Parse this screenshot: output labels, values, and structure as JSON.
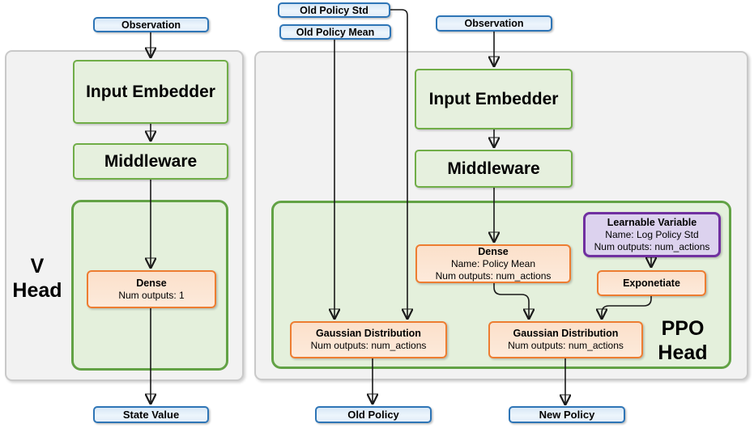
{
  "colors": {
    "blue_border": "#2E75B6",
    "blue_fill": "#DEEBF7",
    "green_border": "#70AD47",
    "green_fill": "#E6F0DE",
    "green_panel_fill": "#E4F0DC",
    "orange_border": "#ED7D31",
    "orange_fill": "#FCE5D5",
    "purple_border": "#7030A0",
    "purple_fill": "#DCD2EE",
    "panel_fill": "#F2F2F2",
    "panel_border": "#C9C9C9",
    "arrow": "#1A1A1A"
  },
  "v_head": {
    "panel_label": {
      "line1": "V",
      "line2": "Head"
    },
    "inputs": {
      "observation": "Observation"
    },
    "nodes": {
      "input_embedder": "Input Embedder",
      "middleware": "Middleware",
      "dense": {
        "title": "Dense",
        "outputs": "Num outputs: 1"
      }
    },
    "outputs": {
      "state_value": "State Value"
    }
  },
  "ppo_head": {
    "panel_label": {
      "line1": "PPO",
      "line2": "Head"
    },
    "inputs": {
      "old_policy_std": "Old Policy Std",
      "old_policy_mean": "Old Policy Mean",
      "observation": "Observation"
    },
    "nodes": {
      "input_embedder": "Input Embedder",
      "middleware": "Middleware",
      "dense": {
        "title": "Dense",
        "name": "Name: Policy Mean",
        "outputs": "Num outputs: num_actions"
      },
      "learnable_variable": {
        "title": "Learnable Variable",
        "name": "Name: Log Policy Std",
        "outputs": "Num outputs: num_actions"
      },
      "exponentiate": {
        "title": "Exponetiate"
      },
      "gaussian_old": {
        "title": "Gaussian Distribution",
        "outputs": "Num outputs: num_actions"
      },
      "gaussian_new": {
        "title": "Gaussian Distribution",
        "outputs": "Num outputs: num_actions"
      }
    },
    "outputs": {
      "old_policy": "Old Policy",
      "new_policy": "New Policy"
    }
  }
}
